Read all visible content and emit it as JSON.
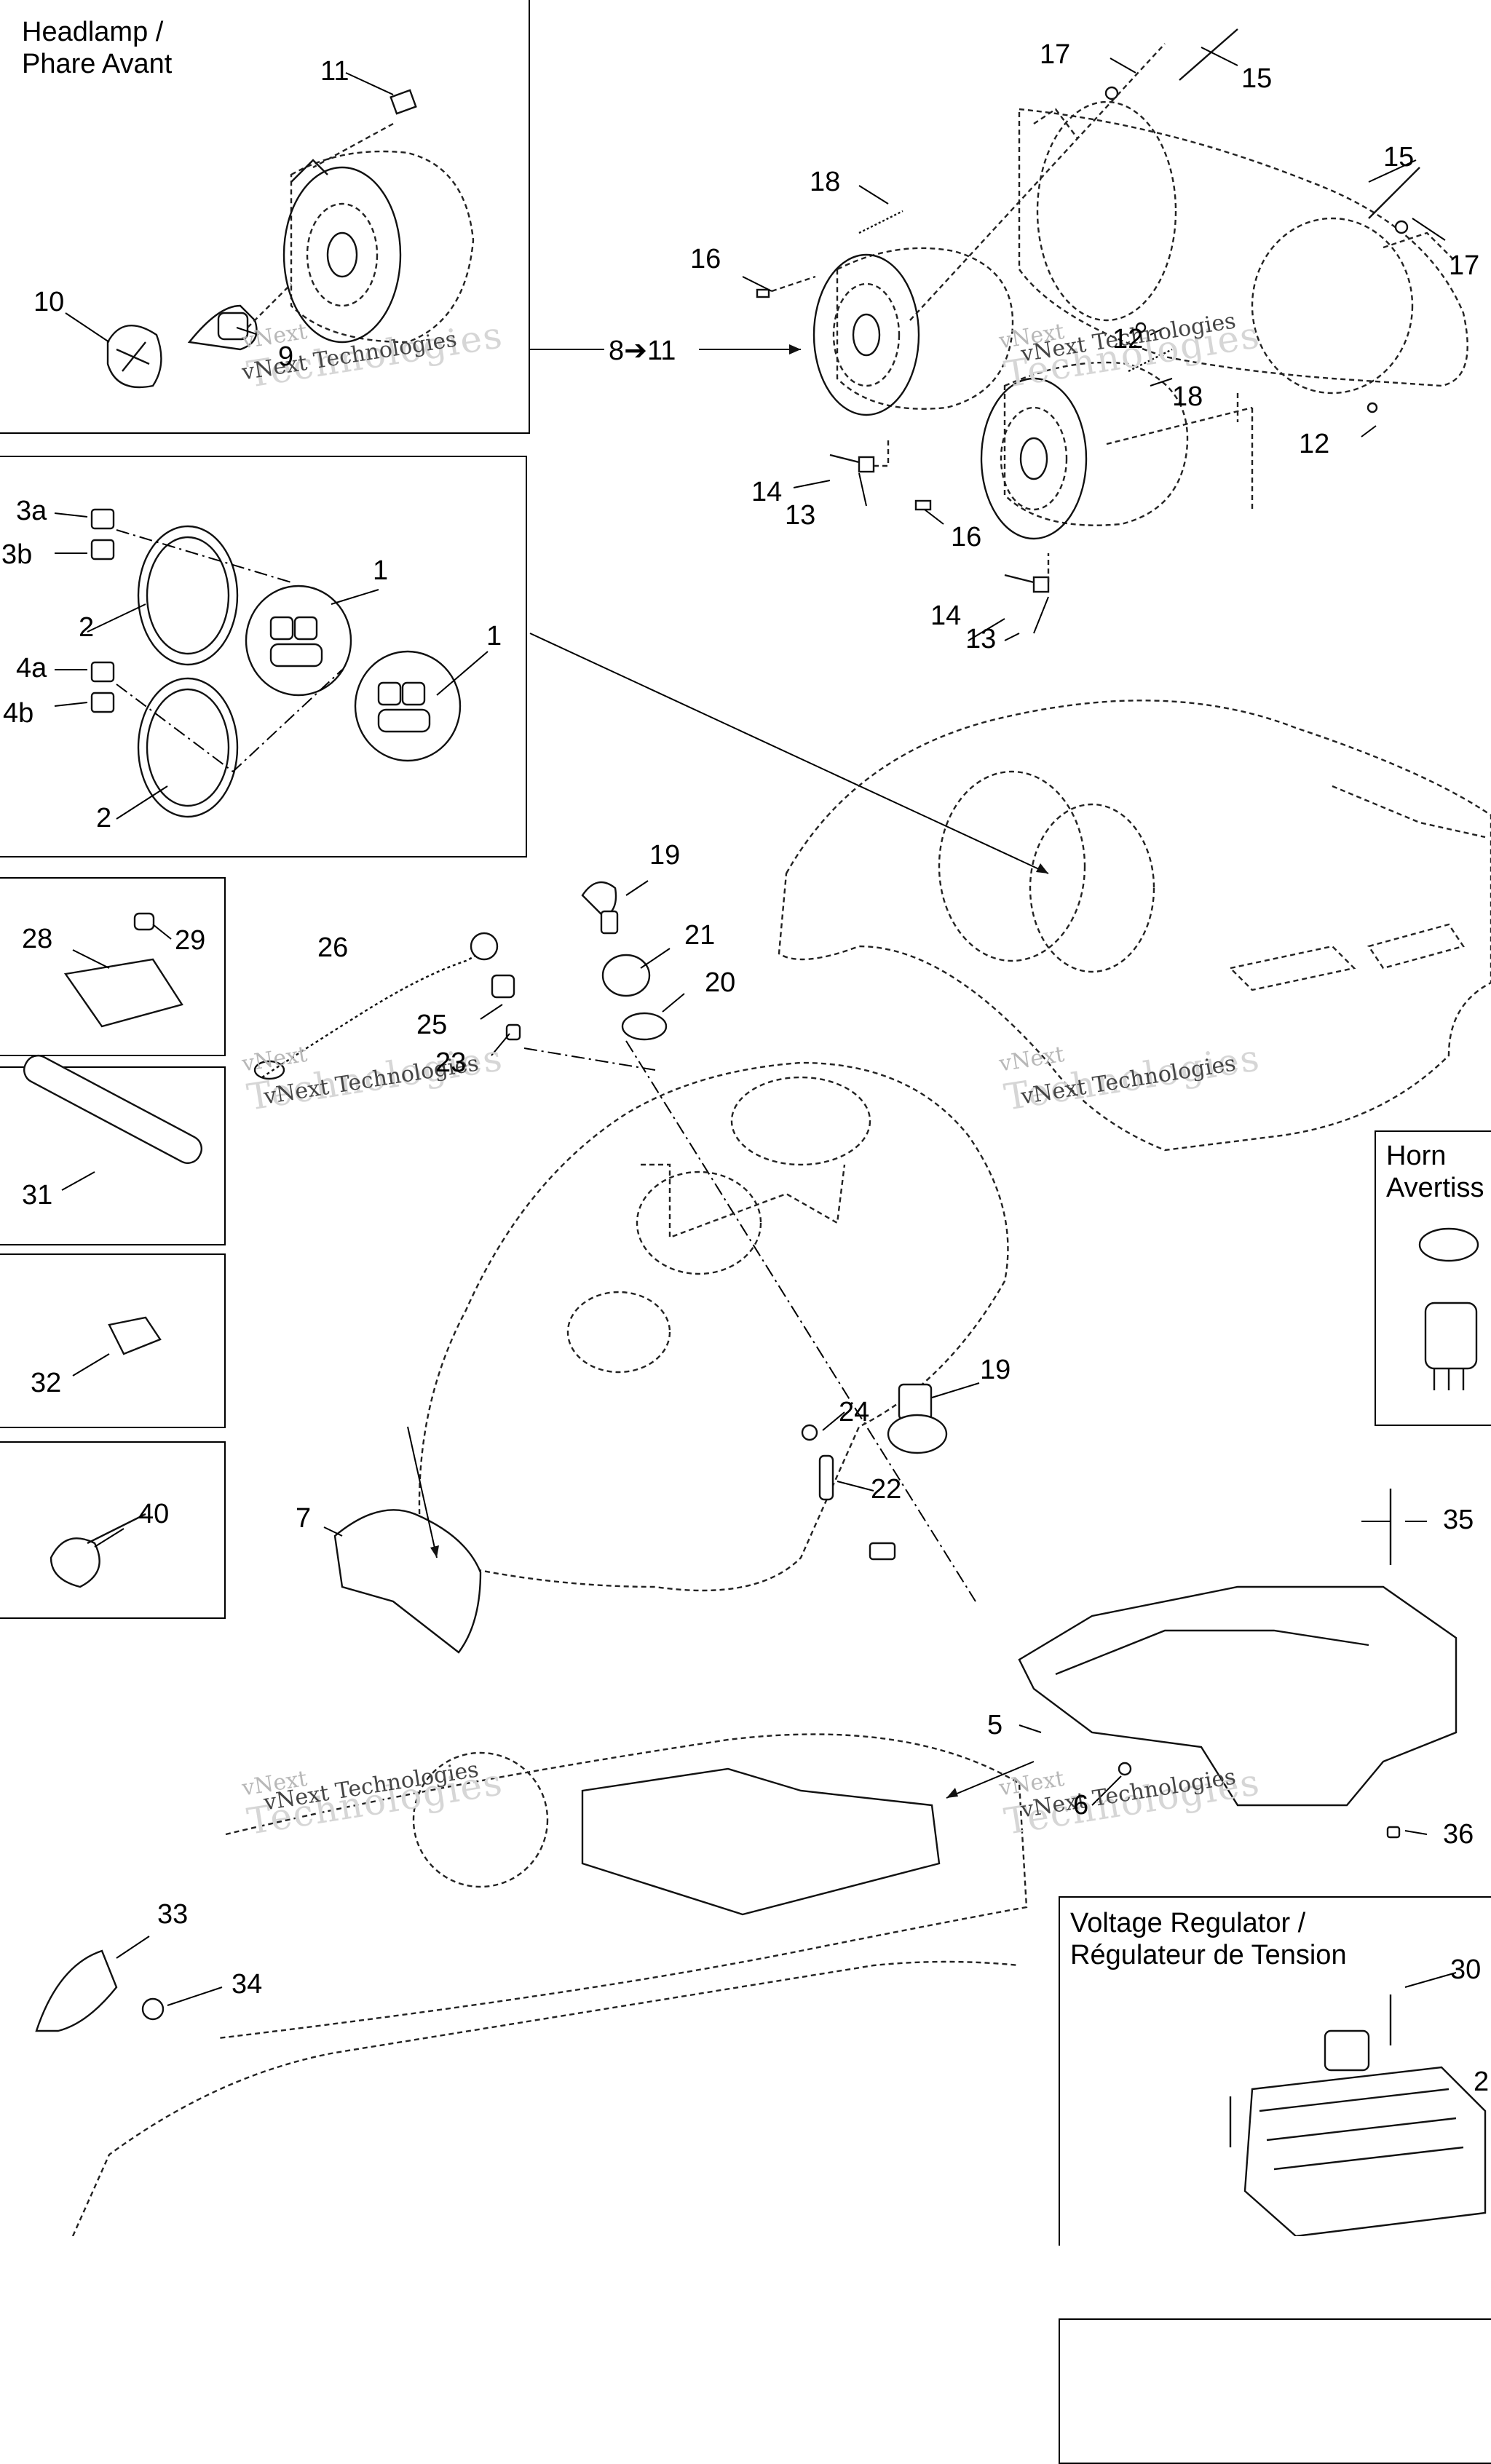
{
  "boxes": {
    "headlamp": {
      "title_line1": "Headlamp /",
      "title_line2": "Phare Avant"
    },
    "horn": {
      "title_line1": "Horn",
      "title_line2": "Avertiss"
    },
    "voltage_regulator": {
      "title_line1": "Voltage Regulator /",
      "title_line2": "Régulateur de Tension"
    }
  },
  "callout_arrow": "8➔11",
  "watermark": {
    "line1": "vNext",
    "line2": "Technologies",
    "caption": "vNext Technologies"
  },
  "labels": {
    "l11": "11",
    "l10": "10",
    "l9": "9",
    "l17a": "17",
    "l15a": "15",
    "l15b": "15",
    "l17b": "17",
    "l18a": "18",
    "l16a": "16",
    "l12a": "12",
    "l18b": "18",
    "l12b": "12",
    "l14a": "14",
    "l13a": "13",
    "l16b": "16",
    "l14b": "14",
    "l13b": "13",
    "l3a": "3a",
    "l3b": "3b",
    "l2a": "2",
    "l1a": "1",
    "l1b": "1",
    "l4a": "4a",
    "l4b": "4b",
    "l2b": "2",
    "l28": "28",
    "l29": "29",
    "l31": "31",
    "l32": "32",
    "l40": "40",
    "l19a": "19",
    "l21": "21",
    "l26": "26",
    "l20": "20",
    "l25": "25",
    "l23": "23",
    "l19b": "19",
    "l24": "24",
    "l22": "22",
    "l7": "7",
    "l35": "35",
    "l5": "5",
    "l6": "6",
    "l36": "36",
    "l33": "33",
    "l34": "34",
    "l30": "30",
    "l2c": "2"
  }
}
